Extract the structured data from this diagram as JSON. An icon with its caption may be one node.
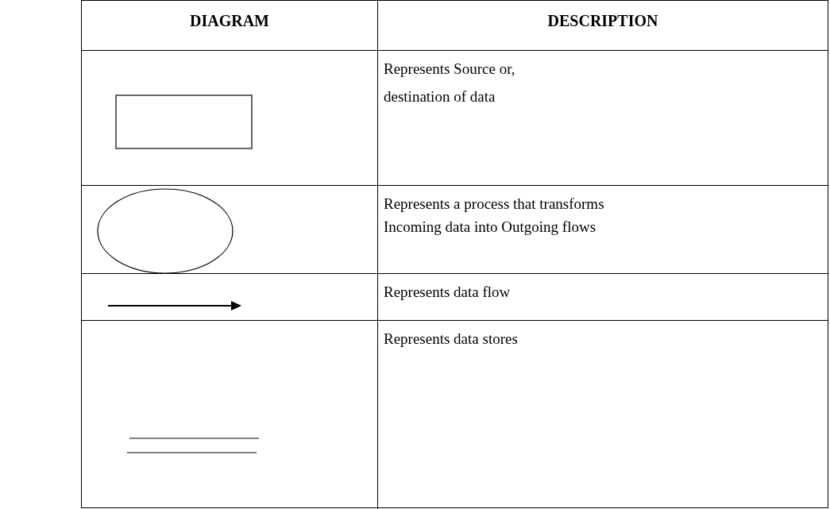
{
  "diagram": {
    "nodes": [
      {
        "text": [],
        "shape": "box"
      },
      {
        "text": [],
        "shape": "circle"
      }
    ],
    "labels": [
      "DIAGRAM",
      "DESCRIPTION",
      "Represents Source or,",
      "destination of data",
      "Represents a process that transforms Incoming data into Outgoing flows",
      "Represents data flow",
      "Represents data stores"
    ]
  }
}
